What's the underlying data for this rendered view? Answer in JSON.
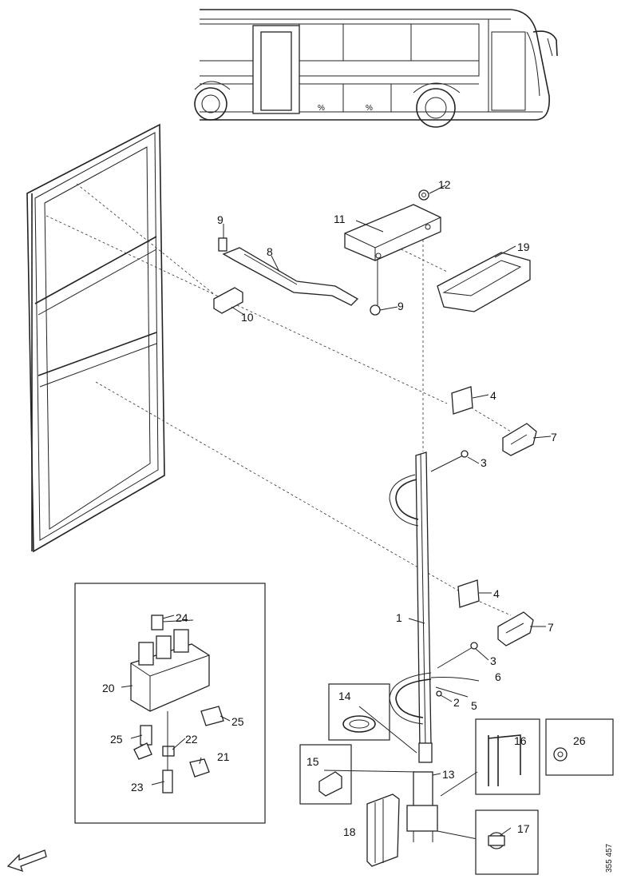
{
  "part_numbers": {
    "p1": "1",
    "p2": "2",
    "p3a": "3",
    "p3b": "3",
    "p4a": "4",
    "p4b": "4",
    "p5": "5",
    "p6": "6",
    "p7a": "7",
    "p7b": "7",
    "p8": "8",
    "p9a": "9",
    "p9b": "9",
    "p10": "10",
    "p11": "11",
    "p12": "12",
    "p13": "13",
    "p14": "14",
    "p15": "15",
    "p16": "16",
    "p17": "17",
    "p18": "18",
    "p19": "19",
    "p20": "20",
    "p21": "21",
    "p22": "22",
    "p23": "23",
    "p24": "24",
    "p25a": "25",
    "p25b": "25",
    "p26": "26"
  },
  "bus_markings": {
    "m1": "%",
    "m2": "%"
  },
  "drawing_code": "355 457",
  "icons": {
    "direction": "arrow-icon"
  }
}
